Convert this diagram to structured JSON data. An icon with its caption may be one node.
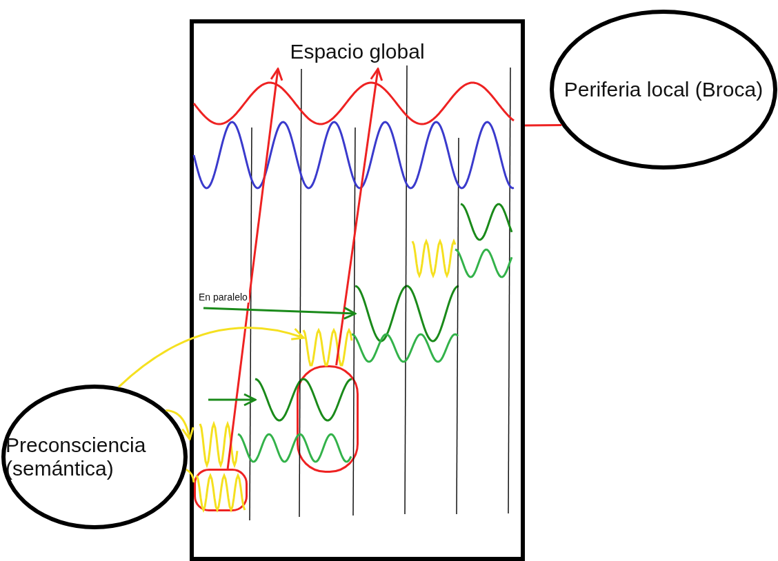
{
  "diagram": {
    "nodes": [
      {
        "text": [
          "Espacio global"
        ]
      },
      {
        "text": [
          "Periferia local (Broca)"
        ]
      },
      {
        "text": [
          "Preconsciencia (semántica)"
        ]
      },
      {
        "text": [],
        "shape": "box",
        "in": 0
      },
      {
        "text": [],
        "shape": "box",
        "in": 0
      },
      {
        "text": [],
        "shape": "picture",
        "in": 0
      },
      {
        "text": [],
        "shape": "picture",
        "in": 0
      }
    ],
    "edges": [
      {
        "from": 3,
        "to": null,
        "arrow": "to",
        "color": "#ee2222"
      },
      {
        "from": 4,
        "to": null,
        "arrow": "to",
        "color": "#ee2222"
      },
      {
        "from": 0,
        "to": 1,
        "arrow": "none",
        "color": "#ee2222"
      },
      {
        "from": 2,
        "to": null,
        "arrow": "to",
        "color": "#f5e020"
      },
      {
        "from": 2,
        "to": 0,
        "arrow": "to",
        "color": "#f5e020"
      },
      {
        "from": 2,
        "to": 3,
        "arrow": "none",
        "color": "#f5e020"
      },
      {
        "from": null,
        "to": 6,
        "arrow": "to",
        "label": "En paralelo",
        "color": "#1a8a1a"
      },
      {
        "from": null,
        "to": 5,
        "arrow": "to",
        "color": "#1a8a1a"
      }
    ]
  }
}
